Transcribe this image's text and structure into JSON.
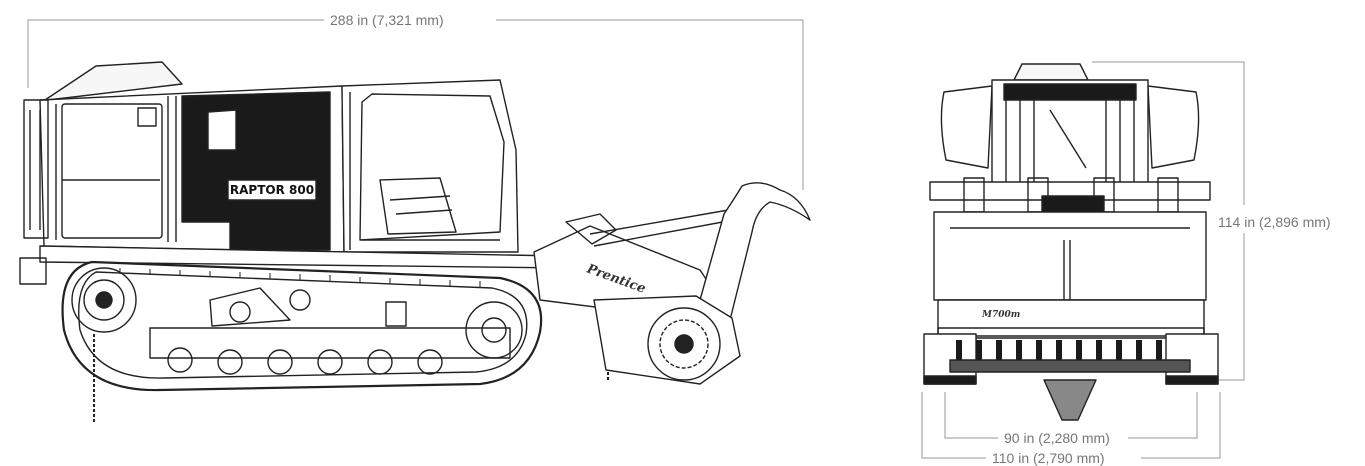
{
  "diagram": {
    "dimensions": {
      "overall_length": "288 in (7,321 mm)",
      "height": "114 in (2,896 mm)",
      "track_width": "90 in (2,280 mm)",
      "overall_width": "110 in (2,790 mm)"
    },
    "side_view": {
      "model_badge": "RAPTOR 800",
      "mulcher_brand": "Prentice"
    },
    "front_view": {
      "mulcher_model": "M700m"
    }
  },
  "colors": {
    "line": "#222222",
    "dimension_line": "#999999",
    "dimension_text": "#777777",
    "panel_fill": "#1a1a1a"
  }
}
